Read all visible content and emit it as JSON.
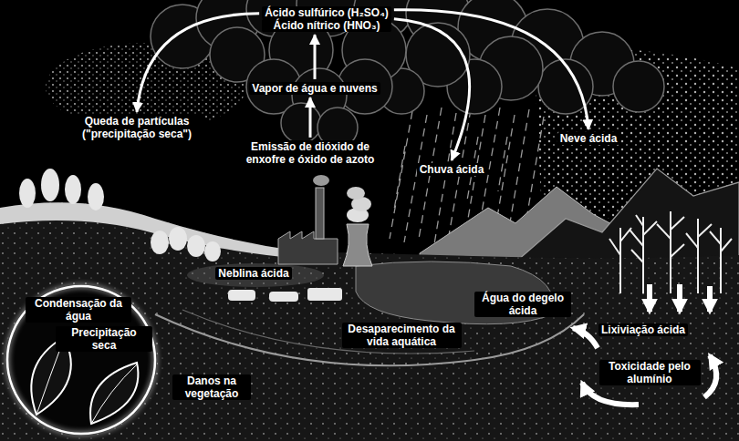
{
  "diagram": {
    "nodes": [
      {
        "text": [
          "Ácido sulfúrico (H₂SO₄)",
          "Ácido nítrico (HNO₃)"
        ]
      },
      {
        "text": [
          "Vapor de água e nuvens"
        ]
      },
      {
        "text": [
          "Emissão de dióxido de enxofre e óxido de azoto"
        ]
      },
      {
        "text": [
          "Queda de partículas (\"precipitação seca\")"
        ]
      },
      {
        "text": [
          "Chuva ácida"
        ]
      },
      {
        "text": [
          "Neve ácida"
        ]
      },
      {
        "text": [
          "Condensação da água",
          "Precipitação seca"
        ]
      }
    ],
    "edges": [
      {
        "from": 2,
        "to": 1,
        "arrow": "to"
      },
      {
        "from": 1,
        "to": 0,
        "arrow": "to"
      },
      {
        "from": 0,
        "to": 3,
        "arrow": "to"
      },
      {
        "from": 0,
        "to": 4,
        "arrow": "to"
      },
      {
        "from": 0,
        "to": 5,
        "arrow": "to"
      }
    ],
    "labels": [
      "Neblina ácida",
      "Água do degelo ácida",
      "Desaparecimento da vida aquática",
      "Lixiviação ácida",
      "Toxicidade pelo alumínio",
      "Danos na vegetação"
    ]
  }
}
